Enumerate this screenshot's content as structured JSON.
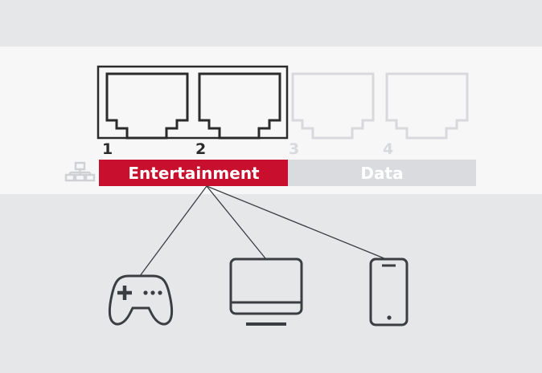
{
  "colors": {
    "background": "#e6e7e9",
    "band": "#f7f7f7",
    "active": "#2b2b2b",
    "inactive": "#d8d9dc",
    "entertainment": "#c8102e",
    "data_bar": "#dadbdf",
    "label_text": "#ffffff",
    "device_stroke": "#3a3d42",
    "network_icon": "#cfd1d5"
  },
  "ports": [
    {
      "number": "1",
      "active": true
    },
    {
      "number": "2",
      "active": true
    },
    {
      "number": "3",
      "active": false
    },
    {
      "number": "4",
      "active": false
    }
  ],
  "groups": {
    "entertainment": {
      "label": "Entertainment"
    },
    "data": {
      "label": "Data"
    }
  },
  "icons": {
    "network": "network-icon",
    "devices": [
      "game-controller-icon",
      "monitor-icon",
      "smartphone-icon"
    ]
  }
}
